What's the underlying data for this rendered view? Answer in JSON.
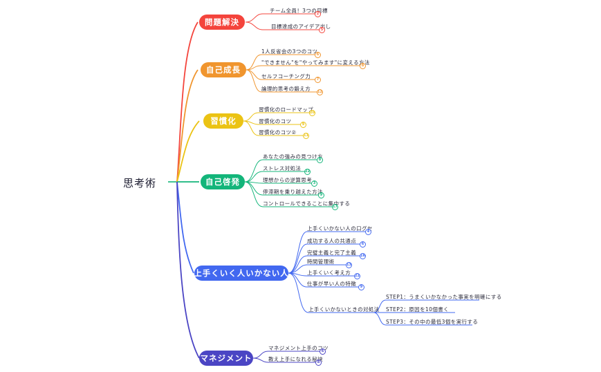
{
  "title": "思考術",
  "colors": {
    "problem": "#F4443C",
    "growth": "#F0952E",
    "habit": "#EBC314",
    "selfdev": "#13B57A",
    "success": "#4268F0",
    "management": "#4B45C4",
    "root_text": "#1b1b2f",
    "leaf_text": "#2a2a3a",
    "background": "#ffffff"
  },
  "root": {
    "label": "思考術"
  },
  "branches": [
    {
      "id": "problem-solving",
      "label": "問題解決",
      "color": "#F4443C",
      "items": [
        {
          "label": "チーム全員！3つの目標",
          "badge": "2"
        },
        {
          "label": "目標達成のアイデア出し",
          "badge": "5"
        }
      ]
    },
    {
      "id": "self-growth",
      "label": "自己成長",
      "color": "#F0952E",
      "items": [
        {
          "label": "1人反省会の3つのコツ",
          "badge": "6"
        },
        {
          "label": "\"できません\"を\"やってみます\"に変える方法",
          "badge": "8"
        },
        {
          "label": "セルフコーチング力",
          "badge": "7"
        },
        {
          "label": "論理的思考の鍛え方",
          "badge": "12"
        }
      ]
    },
    {
      "id": "habit-forming",
      "label": "習慣化",
      "color": "#EBC314",
      "items": [
        {
          "label": "習慣化のロードマップ",
          "badge": "20"
        },
        {
          "label": "習慣化のコツ",
          "badge": "9"
        },
        {
          "label": "習慣化のコツ②",
          "badge": "11"
        }
      ]
    },
    {
      "id": "self-development",
      "label": "自己啓発",
      "color": "#13B57A",
      "items": [
        {
          "label": "あなたの強みの見つけ方",
          "badge": "8"
        },
        {
          "label": "ストレス対処法",
          "badge": "22"
        },
        {
          "label": "理想からの逆算思考",
          "badge": "3"
        },
        {
          "label": "停滞期を乗り越えた方法",
          "badge": "9"
        },
        {
          "label": "コントロールできることに集中する",
          "badge": "17"
        }
      ]
    },
    {
      "id": "success-vs-failure",
      "label": "上手くいく人いかない人",
      "color": "#4268F0",
      "items": [
        {
          "label": "上手くいかない人の口グセ",
          "badge": "4"
        },
        {
          "label": "成功する人の共通点",
          "badge": "6"
        },
        {
          "label": "完璧主義と完了主義",
          "badge": "16"
        },
        {
          "label": "時間管理術",
          "badge": "13"
        },
        {
          "label": "上手くいく考え方",
          "badge": "22"
        },
        {
          "label": "仕事が早い人の特徴",
          "badge": "9"
        },
        {
          "label": "上手くいかないときの対処法",
          "badge": ""
        }
      ],
      "steps": [
        {
          "label": "STEP1：うまくいかなかった事実を明確にする"
        },
        {
          "label": "STEP2：原因を10個書く"
        },
        {
          "label": "STEP3：その中の最低3個を実行する"
        }
      ]
    },
    {
      "id": "management",
      "label": "マネジメント",
      "color": "#4B45C4",
      "items": [
        {
          "label": "マネジメント上手のコツ",
          "badge": "6"
        },
        {
          "label": "教え上手になれる秘訣",
          "badge": "8"
        }
      ]
    }
  ]
}
